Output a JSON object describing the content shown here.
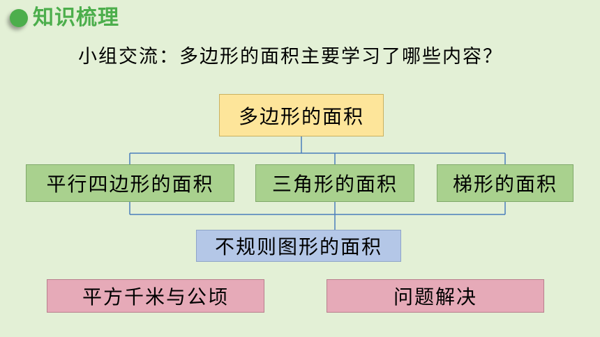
{
  "header": {
    "title": "知识梳理"
  },
  "question": "小组交流：多边形的面积主要学习了哪些内容？",
  "diagram": {
    "root": "多边形的面积",
    "children": [
      "平行四边形的面积",
      "三角形的面积",
      "梯形的面积"
    ],
    "merge": "不规则图形的面积",
    "extras": [
      "平方千米与公顷",
      "问题解决"
    ]
  },
  "colors": {
    "accent": "#4cae4c",
    "root_fill": "#fde59a",
    "child_fill": "#a9d18e",
    "merge_fill": "#b4c7e7",
    "extra_fill": "#e6aab8",
    "line": "#4a7ebb"
  }
}
